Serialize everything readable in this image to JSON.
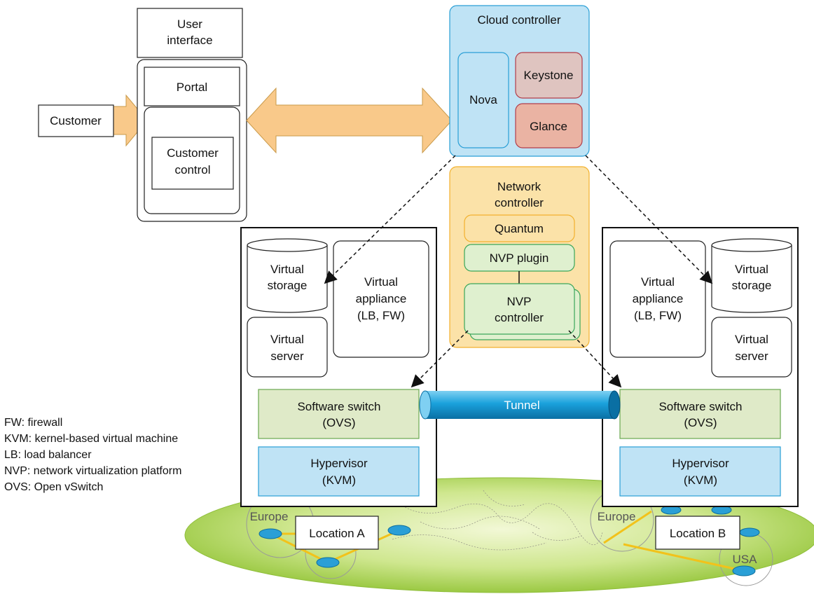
{
  "customer": "Customer",
  "ui": {
    "line1": "User",
    "line2": "interface",
    "portal": "Portal",
    "cc_line1": "Customer",
    "cc_line2": "control"
  },
  "cloud": {
    "title": "Cloud controller",
    "nova": "Nova",
    "keystone": "Keystone",
    "glance": "Glance"
  },
  "network": {
    "line1": "Network",
    "line2": "controller",
    "quantum": "Quantum",
    "plugin": "NVP plugin",
    "nvp_line1": "NVP",
    "nvp_line2": "controller"
  },
  "host": {
    "storage_line1": "Virtual",
    "storage_line2": "storage",
    "appliance_line1": "Virtual",
    "appliance_line2": "appliance",
    "appliance_line3": "(LB, FW)",
    "server_line1": "Virtual",
    "server_line2": "server",
    "switch_line1": "Software switch",
    "switch_line2": "(OVS)",
    "hyper_line1": "Hypervisor",
    "hyper_line2": "(KVM)"
  },
  "tunnel": "Tunnel",
  "locations": {
    "a": "Location A",
    "b": "Location B"
  },
  "regions": {
    "europe": "Europe",
    "usa": "USA"
  },
  "legend": [
    "FW: firewall",
    "KVM: kernel-based virtual machine",
    "LB: load balancer",
    "NVP: network virtualization platform",
    "OVS: Open vSwitch"
  ],
  "colors": {
    "arrow_fill": "#f9c98a",
    "cloud_fill": "#bfe3f5",
    "keystone_fill": "#dfc4c0",
    "glance_fill": "#eab3a3",
    "network_fill": "#fbe2a8",
    "nvp_fill": "#dff0cf",
    "switch_fill": "#dfeac8",
    "hypervisor_fill": "#bfe3f5",
    "tunnel_fill": "#1aa1dc",
    "ground_fill": "#b5d96a"
  }
}
